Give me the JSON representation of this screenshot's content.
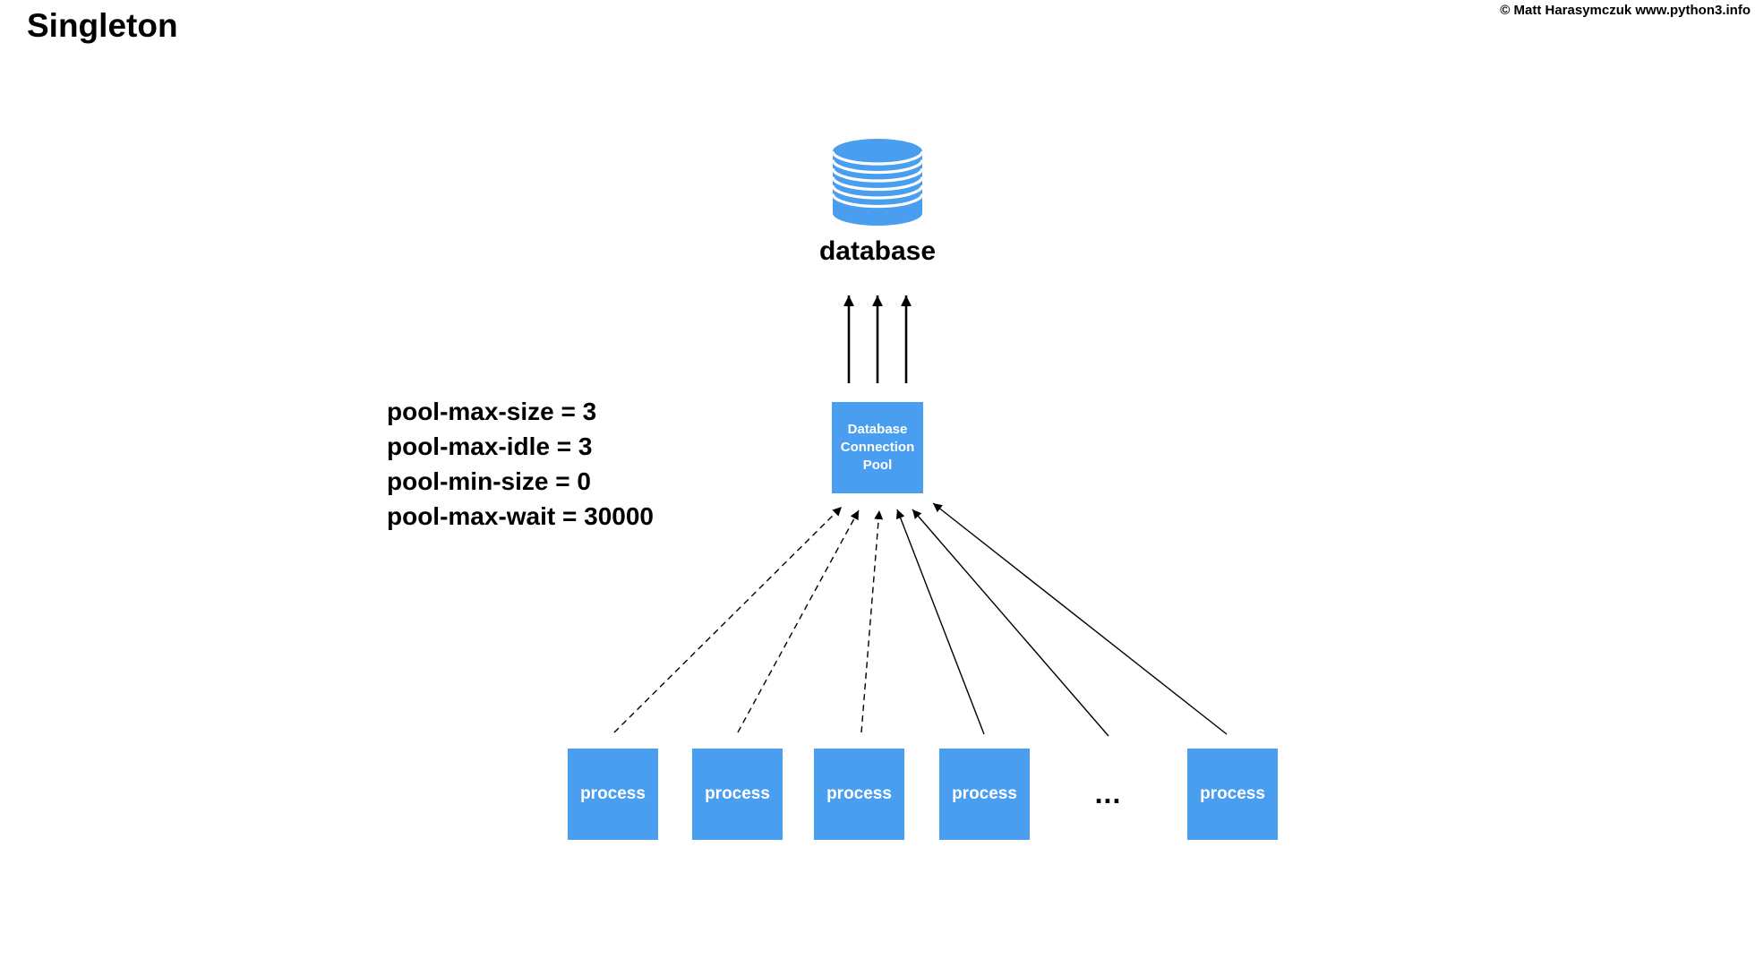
{
  "title": "Singleton",
  "copyright": "© Matt Harasymczuk www.python3.info",
  "diagram": {
    "database": {
      "label": "database",
      "icon": "database-cylinder-icon"
    },
    "pool_box": {
      "lines": [
        "Database",
        "Connection",
        "Pool"
      ]
    },
    "settings": {
      "lines": [
        "pool-max-size = 3",
        "pool-max-idle = 3",
        "pool-min-size = 0",
        "pool-max-wait = 30000"
      ]
    },
    "processes": {
      "label": "process",
      "visible_count": 5,
      "ellipsis": "..."
    },
    "arrows": {
      "pool_to_database": 3,
      "process_to_pool_dashed": 3,
      "process_to_pool_solid": 3
    },
    "colors": {
      "node_blue": "#4A9EF0",
      "arrow": "#000000",
      "heading_text": "#000000",
      "box_text": "#FFFFFF"
    }
  }
}
